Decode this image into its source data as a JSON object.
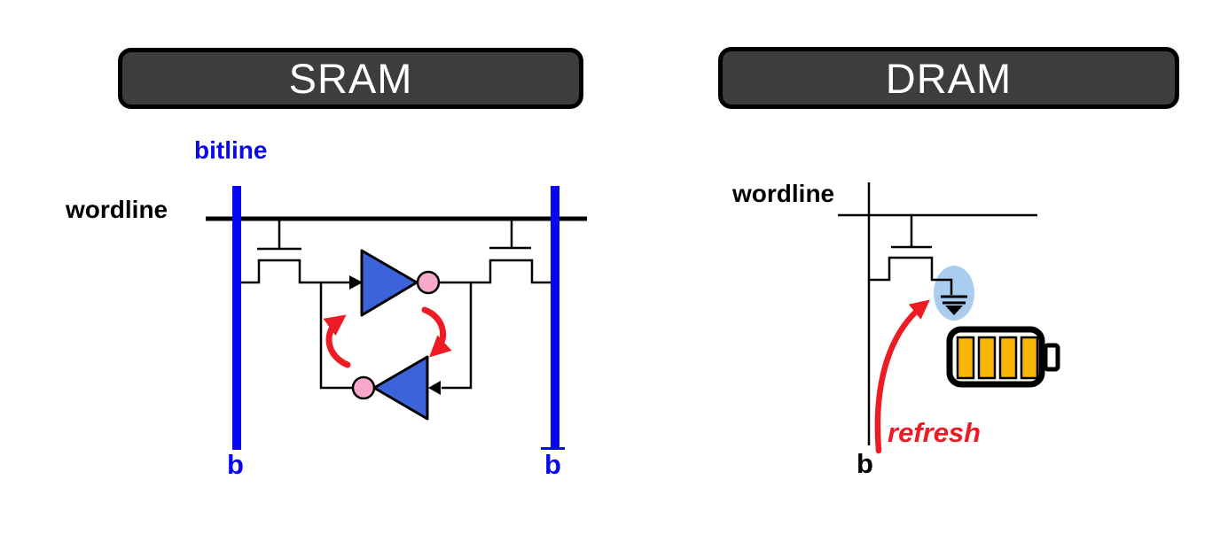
{
  "sram": {
    "title": "SRAM",
    "labels": {
      "bitline": "bitline",
      "wordline": "wordline",
      "bit": "b",
      "bit_complement": "b",
      "bit_complement_has_overline": true
    },
    "components": [
      "bitline-pair (blue vertical lines b and b-bar)",
      "wordline (thick horizontal line)",
      "two access transistors",
      "cross-coupled inverters (blue triangles with pink inversion bubbles)",
      "red circular feedback arrows"
    ]
  },
  "dram": {
    "title": "DRAM",
    "labels": {
      "wordline": "wordline",
      "bit": "b",
      "refresh": "refresh"
    },
    "components": [
      "bitline (thin vertical line b)",
      "wordline (thin horizontal line)",
      "one access transistor",
      "storage capacitor to ground highlighted by light-blue ellipse",
      "battery icon with four charge bars",
      "red curved refresh arrow pointing at capacitor"
    ]
  },
  "colors": {
    "title_bar_bg": "#3D3D3D",
    "title_text": "#FFFFFF",
    "bitline_blue": "#0808F0",
    "wire_black": "#000000",
    "inverter_blue": "#3D63DB",
    "bubble_pink": "#F8A9CB",
    "arrow_red": "#ED1C24",
    "capacitor_highlight": "#A9CCEF",
    "battery_bar_orange": "#F8B400"
  },
  "icons": {
    "battery": "battery-icon",
    "capacitor": "capacitor-ground-icon",
    "transistor": "nmos-transistor-icon",
    "inverter": "inverter-icon",
    "feedback": "circular-arrows-icon"
  }
}
